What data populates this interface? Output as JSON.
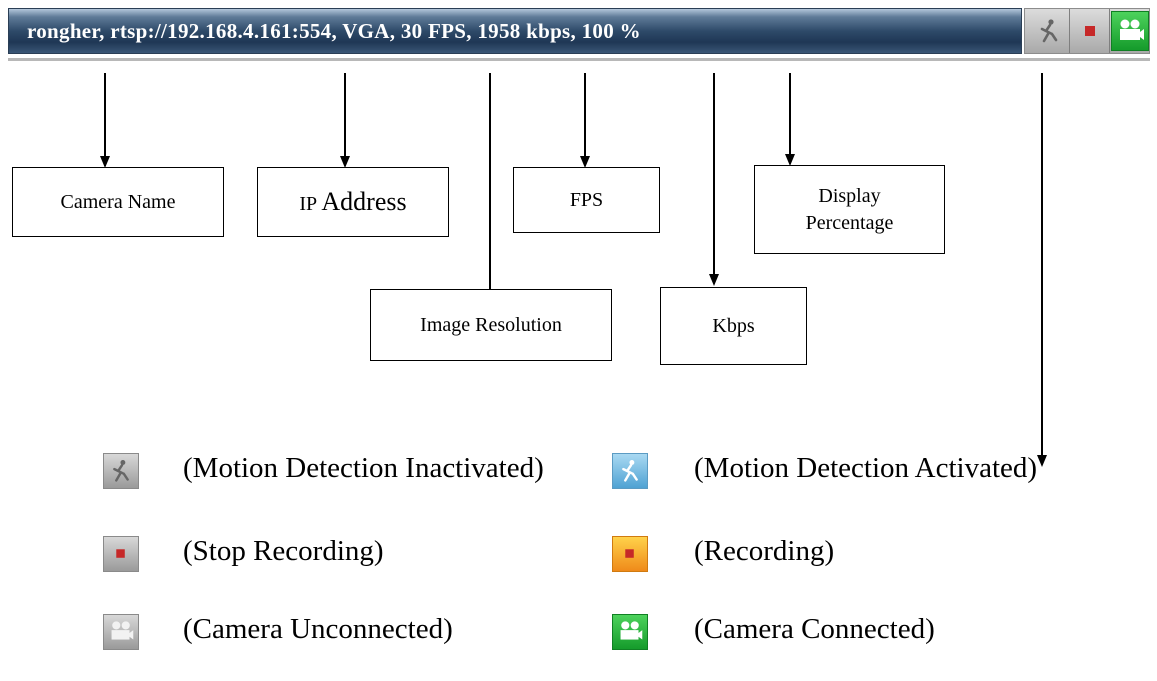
{
  "status_bar": {
    "text": "rongher, rtsp://192.168.4.161:554, VGA, 30 FPS, 1958 kbps, 100 %",
    "icons": [
      "motion-inactive-icon",
      "stop-recording-icon",
      "camera-connected-icon"
    ]
  },
  "callouts": {
    "camera_name": "Camera Name",
    "ip_prefix": "IP",
    "ip_suffix": "Address",
    "fps": "FPS",
    "display_line1": "Display",
    "display_line2": "Percentage",
    "image_resolution": "Image Resolution",
    "kbps": "Kbps"
  },
  "legend": {
    "motion_inactivated": "(Motion Detection Inactivated)",
    "motion_activated": "(Motion Detection Activated)",
    "stop_recording": "(Stop Recording)",
    "recording": "(Recording)",
    "camera_unconnected": "(Camera Unconnected)",
    "camera_connected": "(Camera Connected)"
  },
  "colors": {
    "bar_dark": "#1f3755",
    "green": "#159b2b",
    "orange": "#ef8a1a",
    "blue": "#4fa2d3",
    "red": "#c62828"
  }
}
